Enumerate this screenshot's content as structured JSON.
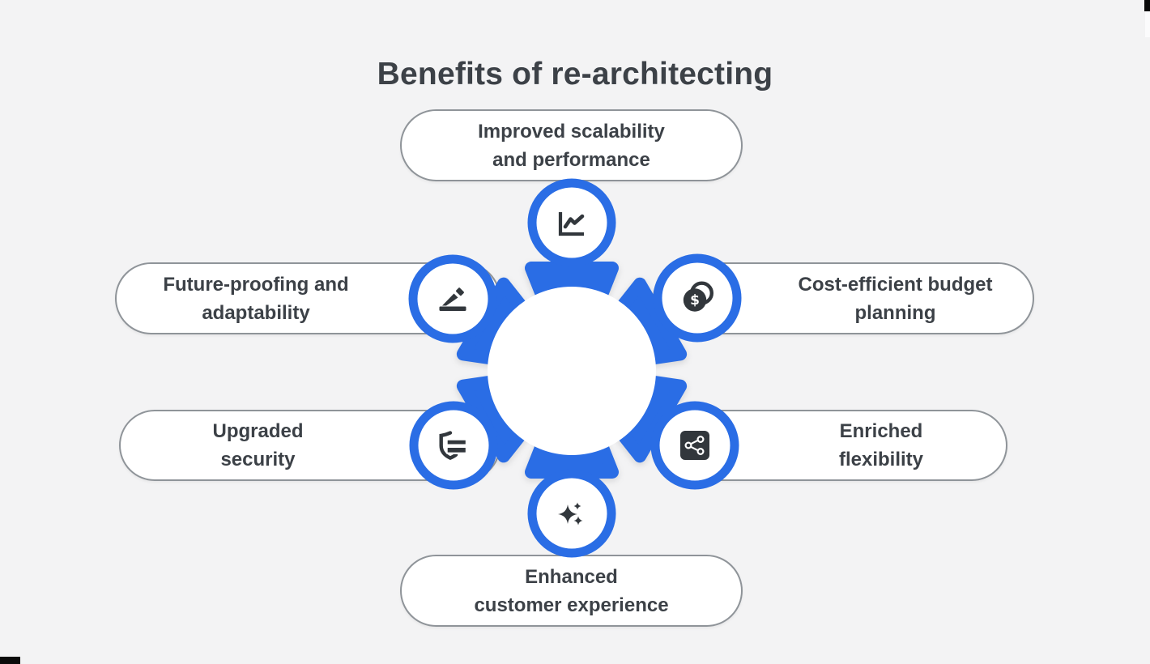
{
  "title": "Benefits of re-architecting",
  "colors": {
    "accent_blue": "#2A6DE5",
    "icon_dark": "#32373C",
    "pill_border": "#8F9499",
    "background": "#F3F3F4",
    "text": "#3C4147"
  },
  "benefits": [
    {
      "id": "scalability",
      "position": "top",
      "icon": "line-chart-icon",
      "label_line1": "Improved scalability",
      "label_line2": "and performance"
    },
    {
      "id": "future-proofing",
      "position": "upper-left",
      "icon": "pencil-icon",
      "label_line1": "Future-proofing and",
      "label_line2": "adaptability"
    },
    {
      "id": "budget-planning",
      "position": "upper-right",
      "icon": "coins-icon",
      "label_line1": "Cost-efficient budget",
      "label_line2": "planning"
    },
    {
      "id": "security",
      "position": "lower-left",
      "icon": "shield-icon",
      "label_line1": "Upgraded",
      "label_line2": "security"
    },
    {
      "id": "flexibility",
      "position": "lower-right",
      "icon": "share-icon",
      "label_line1": "Enriched",
      "label_line2": "flexibility"
    },
    {
      "id": "customer-experience",
      "position": "bottom",
      "icon": "sparkles-icon",
      "label_line1": "Enhanced",
      "label_line2": "customer experience"
    }
  ]
}
